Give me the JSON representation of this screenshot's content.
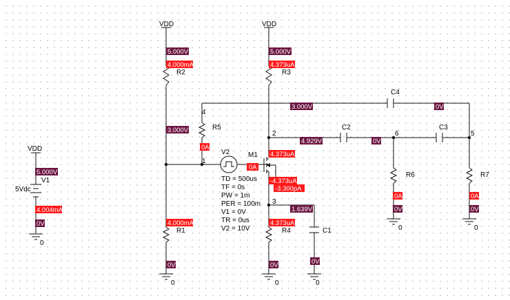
{
  "colors": {
    "voltage_flag": "#6b1540",
    "current_flag": "#ff1a1a",
    "wire": "#111111",
    "grid_dot": "#b9b9b9"
  },
  "supplies": {
    "vdd_left": "VDD",
    "vdd_mid": "VDD",
    "vdd_right": "VDD"
  },
  "grounds": {
    "g1": "0",
    "g2": "0",
    "g3": "0",
    "g4": "0",
    "g5": "0",
    "g6": "0"
  },
  "components": {
    "R1": "R1",
    "R2": "R2",
    "R3": "R3",
    "R4": "R4",
    "R5": "R5",
    "R6": "R6",
    "R7": "R7",
    "C1": "C1",
    "C2": "C2",
    "C3": "C3",
    "C4": "C4",
    "M1": "M1",
    "V1": "V1",
    "V1_value": "5Vdc",
    "V2": "V2"
  },
  "nodes": {
    "n1": "1",
    "n2": "2",
    "n3": "3",
    "n4": "4",
    "n5": "5",
    "n6": "6"
  },
  "pulse_params": [
    "TD = 500us",
    "TF = 0s",
    "PW = 1m",
    "PER = 100m",
    "V1 = 0V",
    "TR = 0us",
    "V2 = 10V"
  ],
  "voltages": {
    "v1_top": "5.000V",
    "v1_bottom": "0V",
    "r2_top": "5.000V",
    "divider_mid": "3.000V",
    "r1_bottom": "0V",
    "r3_top": "5.000V",
    "c4_left": "3.000V",
    "c4_right": "0V",
    "drain": "4.929V",
    "c2_right": "0V",
    "source": "1.639V",
    "r4_bottom": "0V",
    "c1_bottom": "0V",
    "r6_bottom": "0V",
    "r7_bottom": "0V"
  },
  "currents": {
    "v1": "4.004mA",
    "r2": "4.000mA",
    "r1": "4.000mA",
    "r5": "0A",
    "v2": "0A",
    "r3": "4.373uA",
    "m1_drain": "4.373uA",
    "m1_source": "-4.373uA",
    "m1_gate": "-3.300pA",
    "r4": "4.373uA",
    "r6": "0A",
    "r7": "0A"
  }
}
